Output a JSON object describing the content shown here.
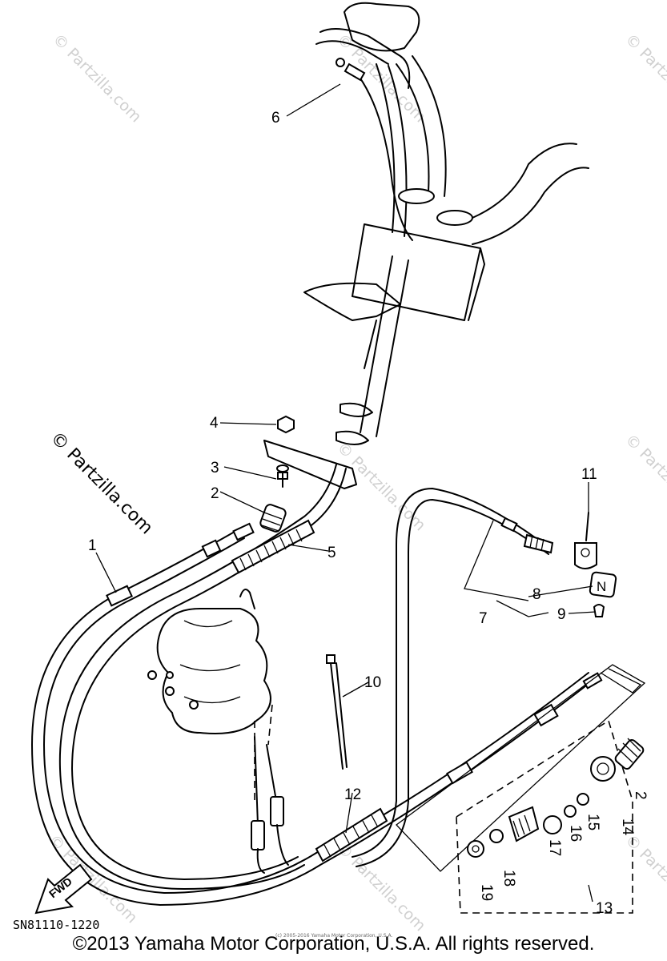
{
  "diagram": {
    "callouts": {
      "c1": "1",
      "c2": "2",
      "c2b": "2",
      "c3": "3",
      "c4": "4",
      "c5": "5",
      "c6": "6",
      "c7": "7",
      "c8": "8",
      "c9": "9",
      "c10": "10",
      "c11": "11",
      "c12": "12",
      "c13": "13",
      "c14": "14",
      "c15": "15",
      "c16": "16",
      "c17": "17",
      "c18": "18",
      "c19": "19"
    },
    "fwd_label": "FWD",
    "neutral_label": "N",
    "part_code": "SN81110-1220",
    "watermark": "© Partzilla.com",
    "fine_print": "(c) 2005-2016 Yamaha Motor Corporation, U.S.A."
  },
  "footer": {
    "copyright": "©2013 Yamaha Motor Corporation, U.S.A. All rights reserved."
  }
}
